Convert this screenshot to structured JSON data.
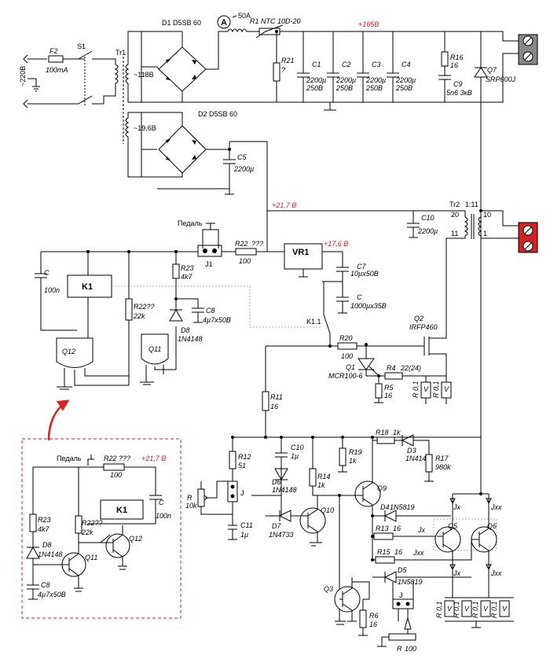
{
  "mains": {
    "input_voltage": "~220В",
    "fuse": {
      "name": "F2",
      "value": "100mA"
    },
    "switch": "S1",
    "transformer": "Tr1",
    "winding_high": "~118В",
    "winding_low": "~19,6В"
  },
  "hv_section": {
    "bridge1": "D1  D5SB 60",
    "ammeter_symbol": "A",
    "ammeter_range": "50A",
    "ntc": "R1  NTC 10D-20",
    "rail_label": "+165В",
    "r21": {
      "name": "R21",
      "value": "?"
    },
    "c1": {
      "name": "C1",
      "value": "2200µ",
      "voltage": "250В"
    },
    "c2": {
      "name": "C2",
      "value": "2200µ",
      "voltage": "250В"
    },
    "c3": {
      "name": "C3",
      "value": "2200µ",
      "voltage": "250В"
    },
    "c4": {
      "name": "C4",
      "value": "2200µ",
      "voltage": "250В"
    },
    "r16": {
      "name": "R16",
      "value": "16"
    },
    "c9": {
      "name": "C9",
      "value": "5n6 3кВ"
    },
    "q7": {
      "name": "Q7",
      "value": "SRP600J"
    }
  },
  "lv_section": {
    "bridge2": "D2  D5SB 60",
    "c5": {
      "name": "C5",
      "value": "2200µ"
    },
    "rail_label": "+21,7 В",
    "c10": {
      "name": "C10",
      "value": "2200µ"
    },
    "tr2": {
      "name": "Tr2",
      "ratio": "1:11"
    },
    "pins": [
      "20",
      "10",
      "11",
      "1"
    ]
  },
  "control": {
    "pedal": "Педаль",
    "j1": "J1",
    "r22a": {
      "name": "R22",
      "value": "???",
      "value2": "100"
    },
    "vr1": "VR1",
    "vr_out_label": "+17,6 В",
    "c7": {
      "name": "C7",
      "value": "10µx50В"
    },
    "c_big": {
      "name": "C",
      "value": "1000µx35В"
    },
    "relay": "K1",
    "relay_contact": "K1.1",
    "c_relay": {
      "name": "C",
      "value": "100n"
    },
    "r23": {
      "name": "R23",
      "value": "4k7"
    },
    "r22b": {
      "name": "R22??",
      "value": "22k"
    },
    "c8": {
      "name": "C8",
      "value": "4µ7x50В"
    },
    "d8": {
      "name": "D8",
      "value": "1N4148"
    },
    "q12": "Q12",
    "q11": "Q11"
  },
  "power_stage": {
    "r20": {
      "name": "R20",
      "value": "100"
    },
    "q1": {
      "name": "Q1",
      "value": "MCR100-6"
    },
    "q2": {
      "name": "Q2",
      "value": "IRFP460"
    },
    "r4": {
      "name": "R4",
      "value": "22(24)"
    },
    "r5": {
      "name": "R5",
      "value": "16"
    },
    "shunt": {
      "name": "R 0,1",
      "label": "V"
    },
    "r11": {
      "name": "R11",
      "value": "16"
    }
  },
  "timer": {
    "r12": {
      "name": "R12",
      "value": "51"
    },
    "r_pot": {
      "name": "R",
      "value": "10k"
    },
    "j": "J",
    "c10b": {
      "name": "C10",
      "value": "1µ"
    },
    "d6": {
      "name": "D6",
      "value": "1N4148"
    },
    "r19": {
      "name": "R19",
      "value": "1k"
    },
    "r18": {
      "name": "R18",
      "value": "1k"
    },
    "d3": {
      "name": "D3",
      "value": "1N4148"
    },
    "r17": {
      "name": "R17",
      "value": "980k"
    },
    "r14": {
      "name": "R14",
      "value": "1k"
    },
    "q9": "Q9",
    "q10": "Q10",
    "c11": {
      "name": "C11",
      "value": "1µ"
    },
    "d7": {
      "name": "D7",
      "value": "1N4733"
    },
    "d4": {
      "name": "D4",
      "value": "1N5819"
    },
    "r13": {
      "name": "R13",
      "value": "16"
    },
    "r15": {
      "name": "R15",
      "value": "16"
    },
    "d5": {
      "name": "D5",
      "value": "1N5819"
    },
    "jx": "Jx",
    "jxx": "Jxx",
    "q5": "Q5",
    "q6": "Q6",
    "q3": "Q3",
    "r6": {
      "name": "R6",
      "value": "16"
    },
    "r_100": {
      "name": "R",
      "value": "100"
    },
    "j_bottom": "J"
  },
  "inset": {
    "pedal": "Педаль",
    "r22": "R22 ???",
    "r22_value": "100",
    "rail": "+21,7 В",
    "k1": "K1",
    "c": "C",
    "c_value": "100n",
    "r23": "R23",
    "r23_value": "4k7",
    "r22b": "R22??",
    "r22b_value": "22k",
    "q12": "Q12",
    "d8": "D8",
    "d8_value": "1N4148",
    "q11": "Q11",
    "c8": "C8",
    "c8_value": "4µ7x50В"
  },
  "colors": {
    "accent": "#e0201b",
    "terminal_hv": "#888888",
    "terminal_lv": "#d42020",
    "line": "#000000"
  }
}
